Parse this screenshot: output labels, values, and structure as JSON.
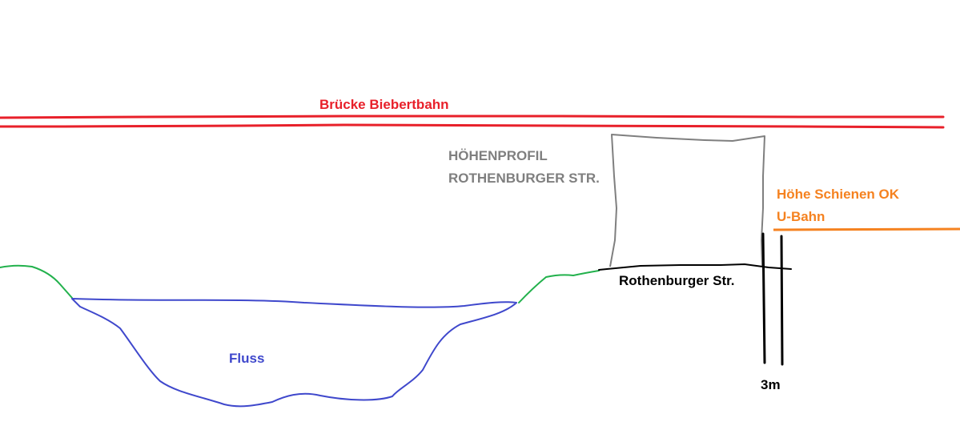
{
  "colors": {
    "bridge": "#e8202a",
    "profile": "#7f7f7f",
    "rail": "#f58220",
    "terrain": "#22b14c",
    "river": "#3f48cc",
    "street": "#000000",
    "background": "#ffffff"
  },
  "labels": {
    "bridge": "Brücke Biebertbahn",
    "profile_line1": "HÖHENPROFIL",
    "profile_line2": "ROTHENBURGER STR.",
    "rail_line1": "Höhe Schienen OK",
    "rail_line2": "U-Bahn",
    "street": "Rothenburger Str.",
    "river": "Fluss",
    "dimension": "3m"
  }
}
